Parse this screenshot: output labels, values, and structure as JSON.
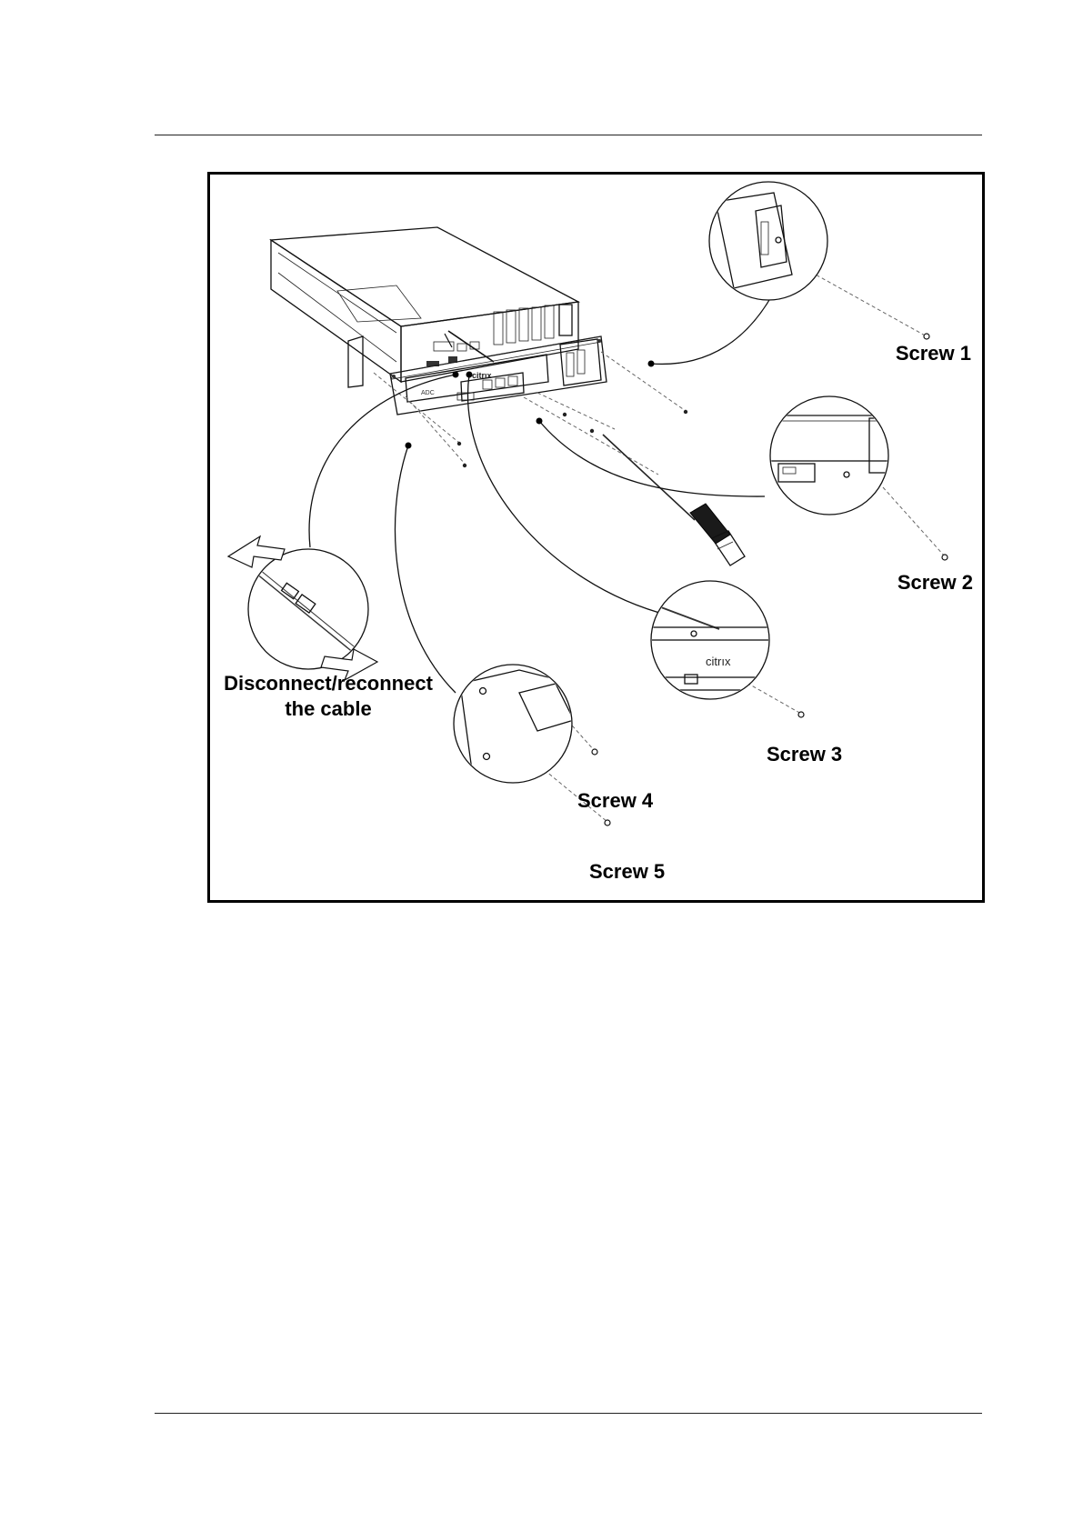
{
  "figure": {
    "brand_logo_text": "citrıx",
    "bezel_model_text": "ADC",
    "labels": {
      "screw1": "Screw 1",
      "screw2": "Screw 2",
      "screw3": "Screw 3",
      "screw4": "Screw 4",
      "screw5": "Screw 5",
      "cable_line1": "Disconnect/reconnect",
      "cable_line2": "the cable"
    }
  }
}
